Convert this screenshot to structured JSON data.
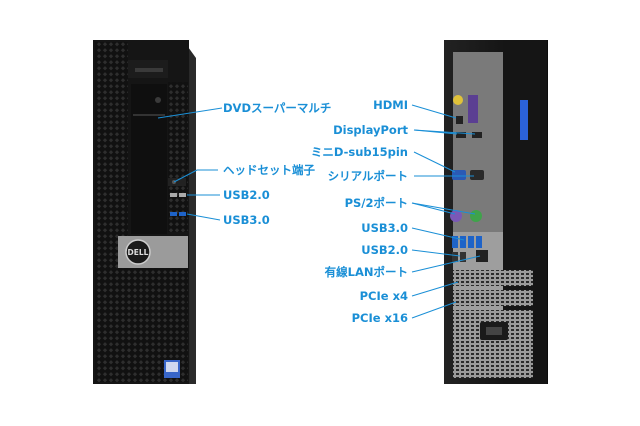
{
  "front_labels": [
    "DVDスーパーマルチ",
    "ヘッドセット端子",
    "USB2.0",
    "USB3.0"
  ],
  "rear_labels": [
    "HDMI",
    "DisplayPort",
    "ミニD-sub15pin",
    "シリアルポート",
    "PS/2ポート",
    "USB3.0",
    "USB2.0",
    "有線LANポート",
    "PCIe x4",
    "PCIe x16"
  ],
  "brand_logo": "DELL",
  "colors": {
    "label": "#1a8fd6",
    "case": "#1b1b1b",
    "mesh": "#2a2a2a",
    "usb3": "#1e63c8",
    "ps2_purple": "#7a58b7",
    "ps2_green": "#3fa34b",
    "accent_blue": "#2b62d9"
  }
}
